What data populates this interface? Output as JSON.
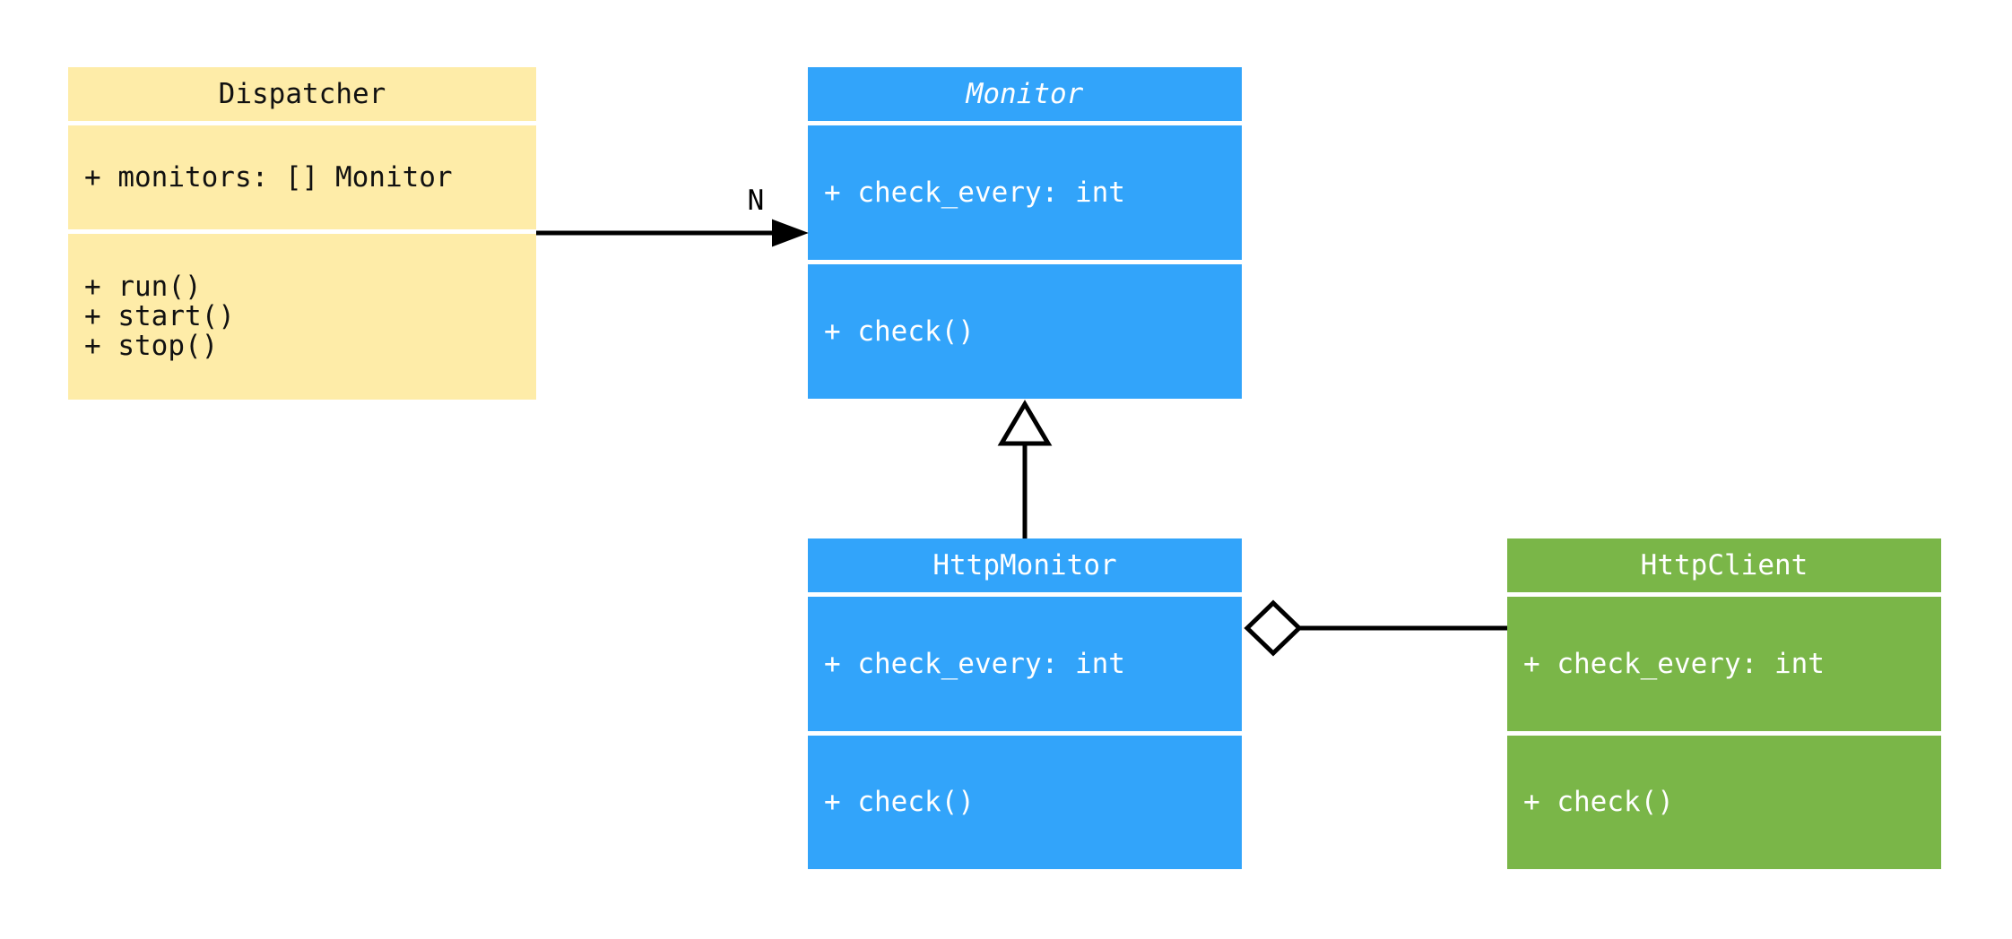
{
  "diagram": {
    "kind": "uml-class-diagram",
    "background": "#ffffff",
    "line_color": "#000000",
    "classes": [
      {
        "name": "Dispatcher",
        "abstract": false,
        "fill": "#FEECA8",
        "text_color": "#111111",
        "attributes": [
          "+ monitors: [] Monitor"
        ],
        "methods": [
          "+ run()",
          "+ start()",
          "+ stop()"
        ]
      },
      {
        "name": "Monitor",
        "abstract": true,
        "fill": "#32A4FA",
        "text_color": "#ffffff",
        "attributes": [
          "+ check_every: int"
        ],
        "methods": [
          "+ check()"
        ]
      },
      {
        "name": "HttpMonitor",
        "abstract": false,
        "fill": "#32A4FA",
        "text_color": "#ffffff",
        "attributes": [
          "+ check_every: int"
        ],
        "methods": [
          "+ check()"
        ]
      },
      {
        "name": "HttpClient",
        "abstract": false,
        "fill": "#7AB648",
        "text_color": "#ffffff",
        "attributes": [
          "+ check_every: int"
        ],
        "methods": [
          "+ check()"
        ]
      }
    ],
    "relationships": [
      {
        "type": "directed-association",
        "from": "Dispatcher",
        "to": "Monitor",
        "label": "N"
      },
      {
        "type": "inheritance",
        "from": "HttpMonitor",
        "to": "Monitor",
        "label": ""
      },
      {
        "type": "aggregation",
        "from": "HttpMonitor",
        "to": "HttpClient",
        "label": ""
      }
    ]
  }
}
